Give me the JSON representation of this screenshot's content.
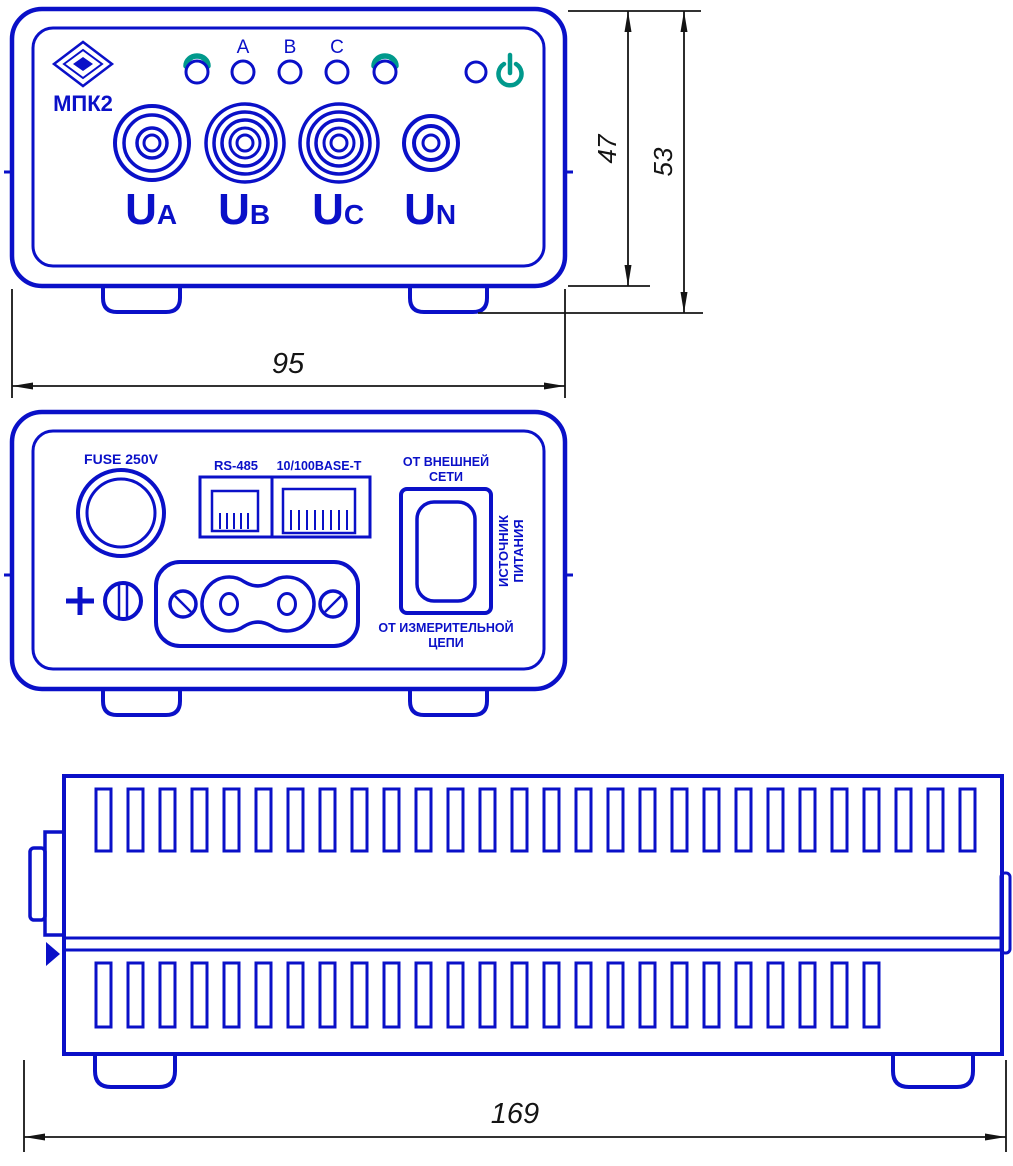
{
  "colors": {
    "line_blue": "#0a10c8",
    "accent_teal": "#00998c",
    "dimension_black": "#141414"
  },
  "front_view": {
    "device_label": "МПК2",
    "phase_labels": [
      "A",
      "B",
      "C"
    ],
    "terminals": [
      {
        "main": "U",
        "sub": "A"
      },
      {
        "main": "U",
        "sub": "B"
      },
      {
        "main": "U",
        "sub": "C"
      },
      {
        "main": "U",
        "sub": "N"
      }
    ]
  },
  "rear_view": {
    "fuse_label": "FUSE 250V",
    "rs485_label": "RS-485",
    "ethernet_label": "10/100BASE-T",
    "power_switch": {
      "top_line1": "ОТ ВНЕШНЕЙ",
      "top_line2": "СЕТИ",
      "side_line1": "ИСТОЧНИК",
      "side_line2": "ПИТАНИЯ",
      "bottom_line1": "ОТ ИЗМЕРИТЕЛЬНОЙ",
      "bottom_line2": "ЦЕПИ"
    }
  },
  "dimensions": {
    "front_inner_height_mm": "47",
    "front_total_height_mm": "53",
    "front_width_mm": "95",
    "side_length_mm": "169"
  }
}
